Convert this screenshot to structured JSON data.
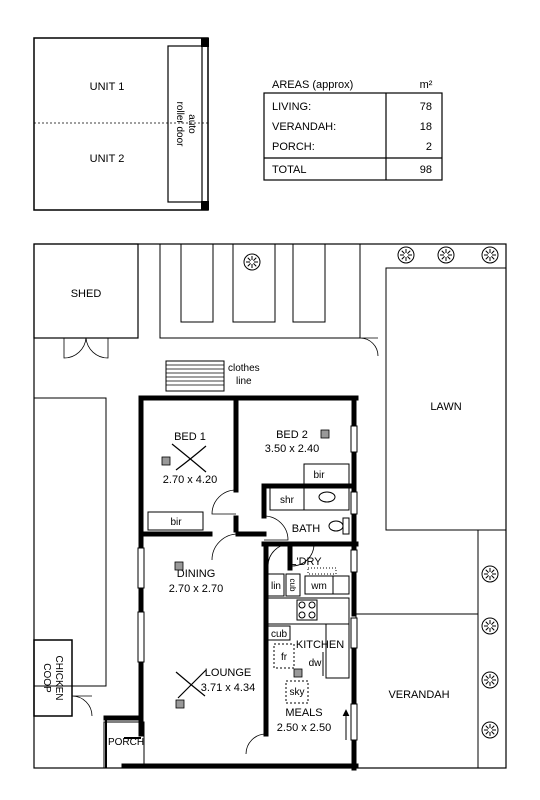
{
  "garage": {
    "unit1": "UNIT 1",
    "unit2": "UNIT 2",
    "door_line1": "auto",
    "door_line2": "roller door"
  },
  "areas": {
    "title": "AREAS (approx)",
    "unit_label": "m²",
    "rows": [
      {
        "name": "LIVING:",
        "value": "78"
      },
      {
        "name": "VERANDAH:",
        "value": "18"
      },
      {
        "name": "PORCH:",
        "value": "2"
      }
    ],
    "total_label": "TOTAL",
    "total_value": "98"
  },
  "rooms": {
    "shed": "SHED",
    "clothes_line_1": "clothes",
    "clothes_line_2": "line",
    "lawn": "LAWN",
    "bed1": "BED 1",
    "bed1_dims": "2.70 x 4.20",
    "bed2": "BED 2",
    "bed2_dims": "3.50 x 2.40",
    "bir1": "bir",
    "bir2": "bir",
    "shr": "shr",
    "bath": "BATH",
    "ldry": "L'DRY",
    "lin": "lin",
    "cub1": "cub",
    "wm": "wm",
    "dining": "DINING",
    "dining_dims": "2.70 x 2.70",
    "cub2": "cub",
    "kitchen": "KITCHEN",
    "fr": "fr",
    "dw": "dw",
    "lounge": "LOUNGE",
    "lounge_dims": "3.71 x 4.34",
    "sky": "sky",
    "meals": "MEALS",
    "meals_dims": "2.50 x 2.50",
    "verandah": "VERANDAH",
    "porch": "PORCH",
    "chicken_coop_1": "CHICKEN",
    "chicken_coop_2": "COOP"
  },
  "symbols": {
    "tree": "tree-icon",
    "ceiling_fan": "ceiling-fan-icon",
    "heater": "heater-icon"
  }
}
